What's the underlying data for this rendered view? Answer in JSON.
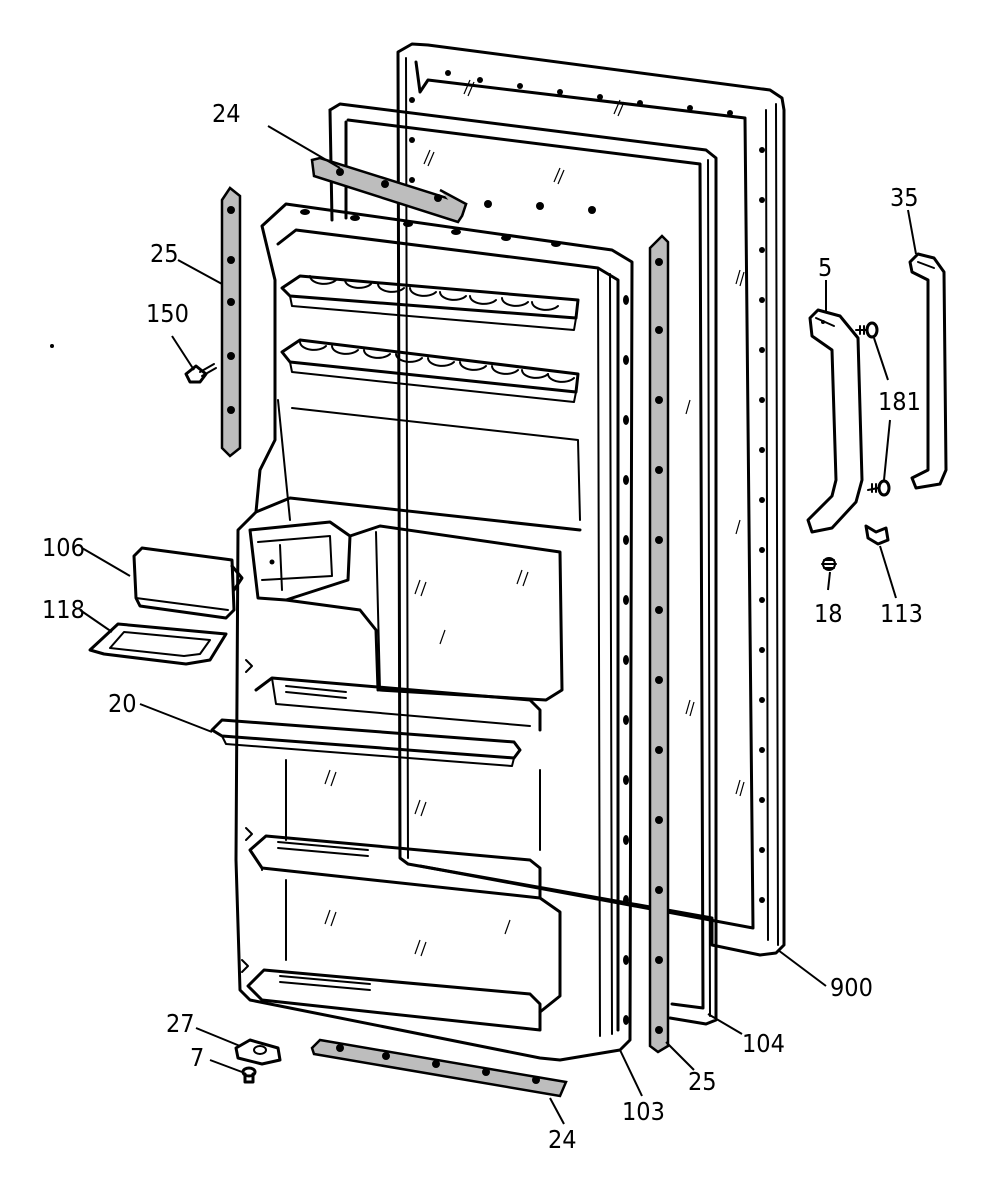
{
  "diagram": {
    "labels": {
      "gasket_top": "24",
      "gasket_left": "25",
      "screw_150": "150",
      "bracket_106": "106",
      "tray_118": "118",
      "bar_20": "20",
      "hinge_27": "27",
      "screw_7": "7",
      "gasket_bottom": "24",
      "liner_103": "103",
      "gasket_right": "25",
      "frame_104": "104",
      "door_900": "900",
      "handle_35": "35",
      "handle_5": "5",
      "screw_181": "181",
      "plug_18": "18",
      "clip_113": "113"
    }
  }
}
